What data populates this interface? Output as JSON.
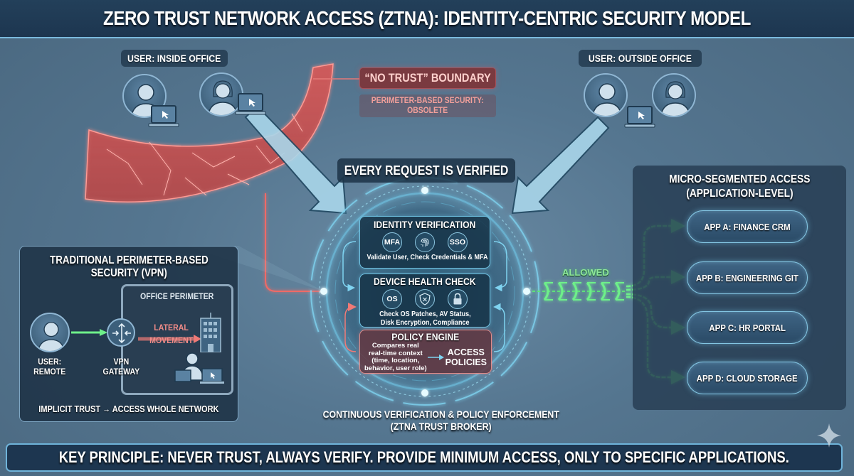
{
  "header": {
    "title": "ZERO TRUST NETWORK ACCESS (ZTNA): IDENTITY-CENTRIC SECURITY MODEL"
  },
  "users_inside": {
    "label": "USER: INSIDE OFFICE"
  },
  "users_outside": {
    "label": "USER: OUTSIDE OFFICE"
  },
  "boundary": {
    "title": "“NO TRUST” BOUNDARY",
    "subtitle_line1": "PERIMETER-BASED SECURITY:",
    "subtitle_line2": "OBSOLETE"
  },
  "broker": {
    "banner": "EVERY REQUEST IS VERIFIED",
    "identity": {
      "title": "IDENTITY VERIFICATION",
      "icons": [
        "MFA",
        "fingerprint-icon",
        "SSO"
      ],
      "mfa_label": "MFA",
      "sso_label": "SSO",
      "description": "Validate User, Check Credentials & MFA"
    },
    "device": {
      "title": "DEVICE HEALTH CHECK",
      "os_label": "OS",
      "icons": [
        "OS",
        "shield-x-icon",
        "lock-icon"
      ],
      "description_line1": "Check OS Patches, AV Status,",
      "description_line2": "Disk Encryption, Compliance"
    },
    "policy": {
      "title": "POLICY ENGINE",
      "context_lines": [
        "Compares real",
        "real-time context",
        "(time, location,",
        "behavior, user role)"
      ],
      "result_line1": "ACCESS",
      "result_line2": "POLICIES"
    },
    "caption_line1": "CONTINUOUS VERIFICATION & POLICY ENFORCEMENT",
    "caption_line2": "(ZTNA TRUST BROKER)"
  },
  "allowed_label": "ALLOWED",
  "micro": {
    "title_line1": "MICRO-SEGMENTED ACCESS",
    "title_line2": "(APPLICATION-LEVEL)",
    "apps": [
      {
        "label": "APP A: FINANCE CRM"
      },
      {
        "label": "APP B: ENGINEERING GIT"
      },
      {
        "label": "APP C: HR PORTAL"
      },
      {
        "label": "APP D: CLOUD STORAGE"
      }
    ]
  },
  "traditional": {
    "title_line1": "TRADITIONAL PERIMETER-BASED",
    "title_line2": "SECURITY (VPN)",
    "office_title": "OFFICE PERIMETER",
    "user_line1": "USER:",
    "user_line2": "REMOTE",
    "vpn_line1": "VPN",
    "vpn_line2": "GATEWAY",
    "lateral_line1": "LATERAL",
    "lateral_line2": "MOVEMENT",
    "footer": "IMPLICIT TRUST → ACCESS WHOLE NETWORK"
  },
  "footer": {
    "text": "KEY PRINCIPLE: NEVER TRUST, ALWAYS VERIFY. PROVIDE MINIMUM ACCESS, ONLY TO SPECIFIC APPLICATIONS."
  },
  "colors": {
    "background": "#557690",
    "header_bg": "#1d3650",
    "accent_cyan": "#6fc3e3",
    "danger_red": "#e8605c",
    "allowed_green": "#5fe07a"
  }
}
